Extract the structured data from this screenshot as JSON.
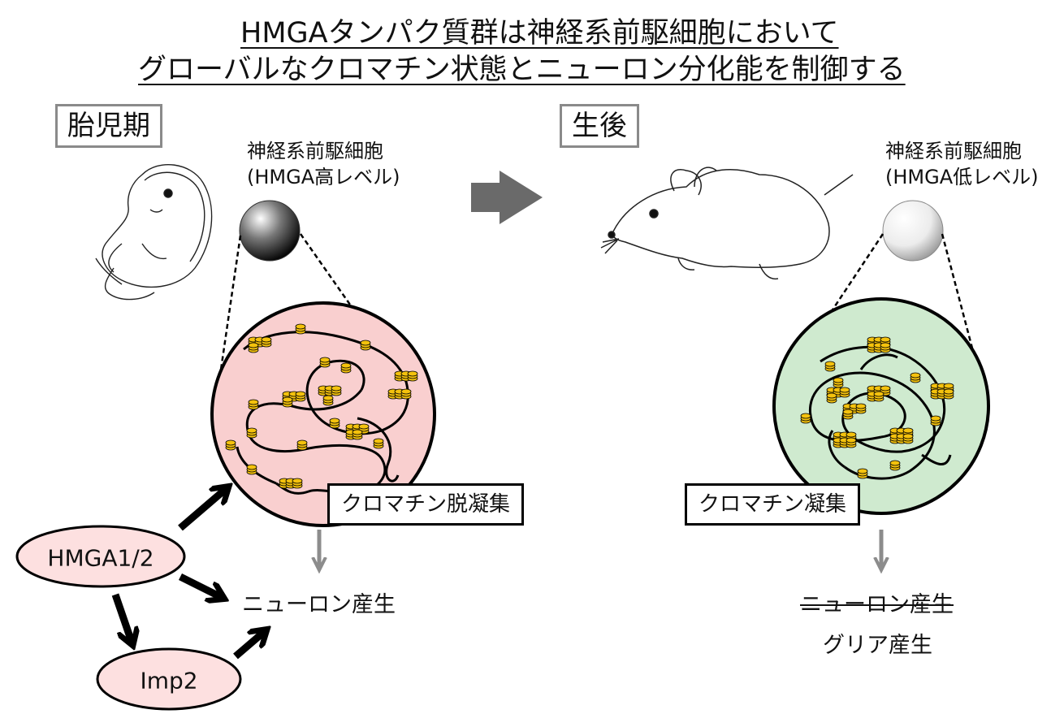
{
  "title": {
    "line1": "HMGAタンパク質群は神経系前駆細胞において",
    "line2": "グローバルなクロマチン状態とニューロン分化能を制御する"
  },
  "embryonic": {
    "period_label": "胎児期",
    "cell_label_1": "神経系前駆細胞",
    "cell_label_2": "(HMGA高レベル)",
    "chromatin_state": "クロマチン脱凝集",
    "outcome": "ニューロン産生",
    "factor_main": "HMGA1/2",
    "factor_target": "Imp2"
  },
  "postnatal": {
    "period_label": "生後",
    "cell_label_1": "神経系前駆細胞",
    "cell_label_2": "(HMGA低レベル)",
    "chromatin_state": "クロマチン凝集",
    "outcome_suppressed": "ニューロン産生",
    "outcome": "グリア産生"
  },
  "colors": {
    "embryonic_nucleus": "#f9cfcf",
    "postnatal_nucleus": "#cfeacf",
    "nucleosome": "#f4c20d",
    "ellipse_fill": "#fde0e0",
    "arrow_gray": "#8c8c8c"
  }
}
